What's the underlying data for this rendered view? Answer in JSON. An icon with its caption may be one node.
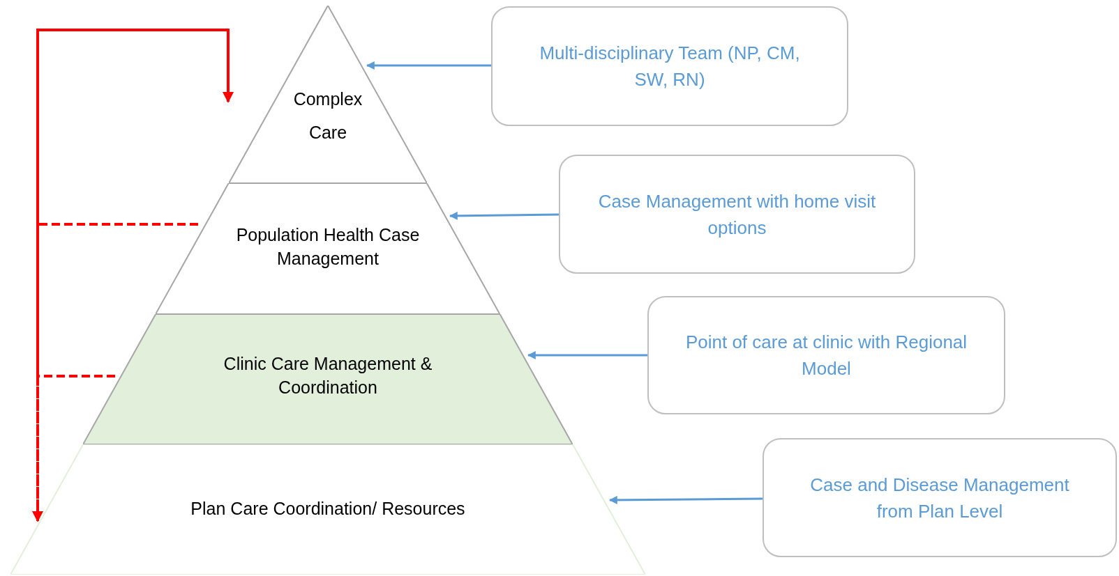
{
  "diagram": {
    "nodes": [
      {
        "text": [
          "Complex Care"
        ]
      },
      {
        "text": [
          "Population Health Case Management"
        ]
      },
      {
        "text": [
          "Clinic Care Management & Coordination"
        ]
      },
      {
        "text": [
          "Plan Care Coordination/ Resources"
        ]
      },
      {
        "text": [
          "Multi-disciplinary Team (NP, CM, SW, RN)"
        ]
      },
      {
        "text": [
          "Case Management with home visit options"
        ]
      },
      {
        "text": [
          "Point of care at clinic with Regional Model"
        ]
      },
      {
        "text": [
          "Case and Disease Management from Plan Level"
        ]
      }
    ],
    "edges": [
      {
        "from": 1,
        "to": 0,
        "arrow": "to",
        "style": "dashed",
        "color": "#ff0000"
      },
      {
        "from": 1,
        "to": 3,
        "arrow": "to",
        "style": "dashed",
        "color": "#ff0000"
      },
      {
        "from": 2,
        "to": 0,
        "arrow": "to",
        "style": "dashed",
        "color": "#ff0000"
      },
      {
        "from": 2,
        "to": 3,
        "arrow": "to",
        "style": "dashed",
        "color": "#ff0000"
      },
      {
        "from": 4,
        "to": 0,
        "arrow": "to",
        "color": "#5b9bd5"
      },
      {
        "from": 5,
        "to": 1,
        "arrow": "to",
        "color": "#5b9bd5"
      },
      {
        "from": 6,
        "to": 2,
        "arrow": "to",
        "color": "#5b9bd5"
      },
      {
        "from": 7,
        "to": 3,
        "arrow": "to",
        "color": "#5b9bd5"
      }
    ]
  }
}
